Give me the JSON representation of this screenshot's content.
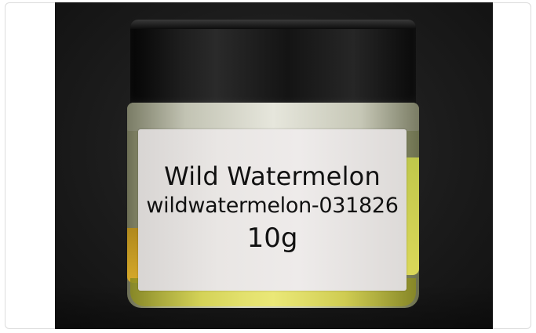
{
  "photo": {
    "subject": "jar",
    "label": {
      "name": "Wild Watermelon",
      "sku": "wildwatermelon-031826",
      "weight": "10g"
    },
    "colors": {
      "background": "#1c1c1c",
      "lid": "#141414",
      "label": "#e9e6e4",
      "oil": "#e6e25a",
      "text": "#111111"
    }
  }
}
